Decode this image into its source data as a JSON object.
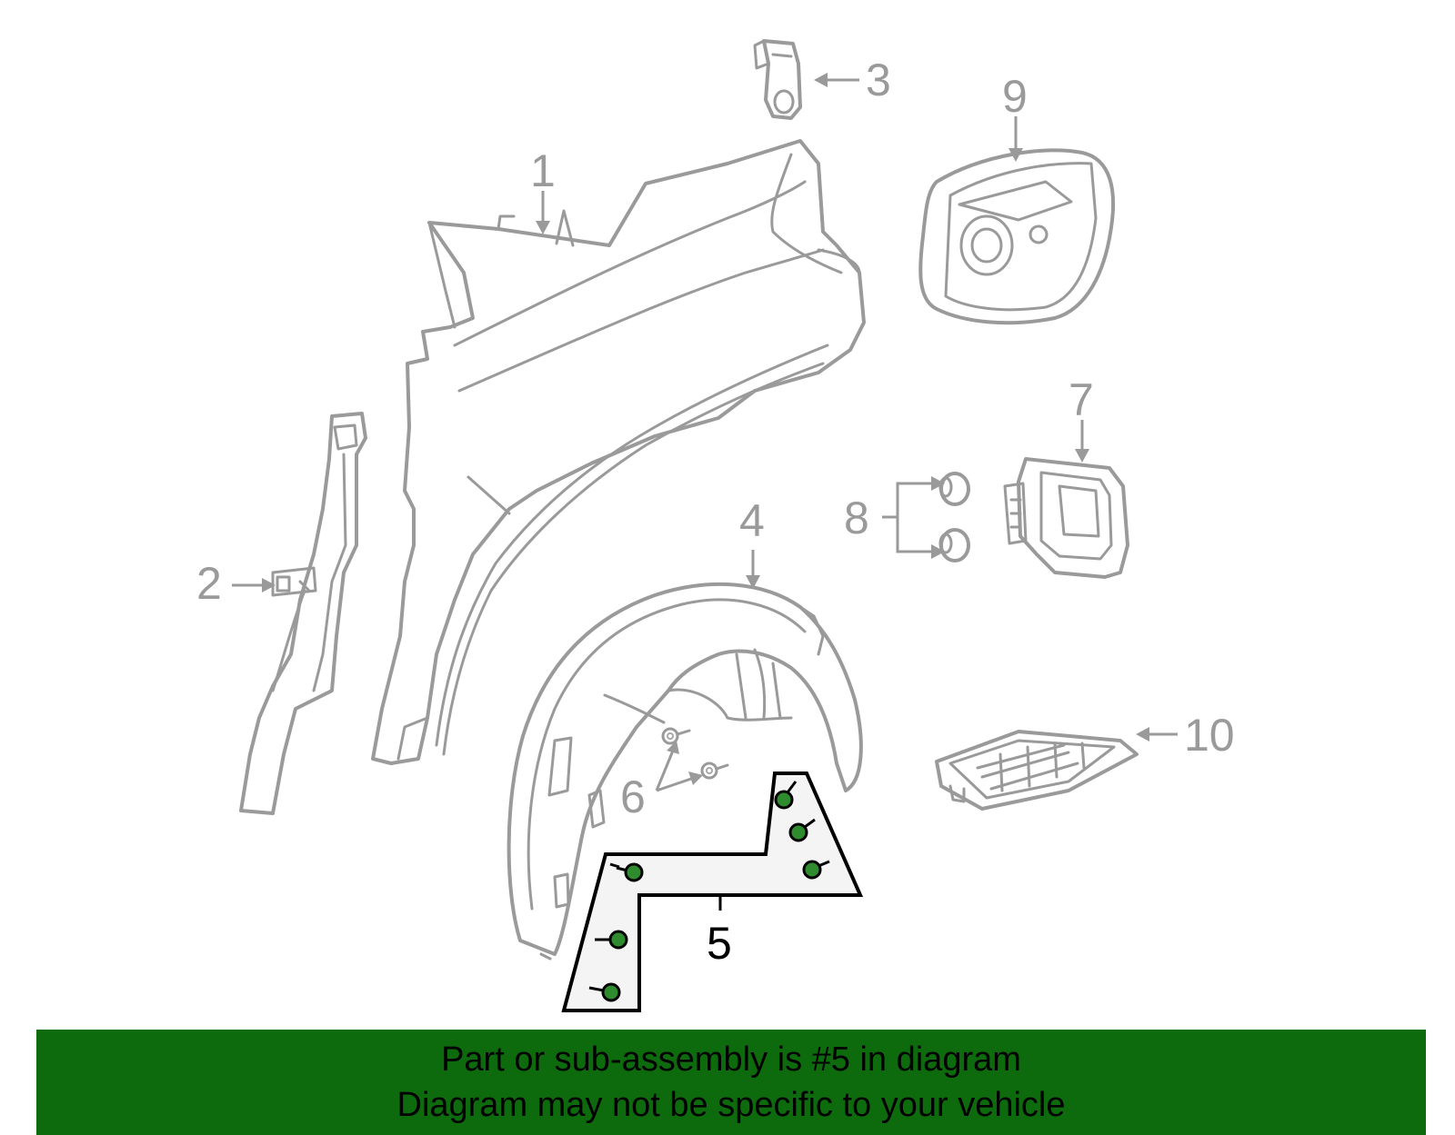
{
  "callouts": {
    "c1": "1",
    "c2": "2",
    "c3": "3",
    "c4": "4",
    "c5": "5",
    "c6": "6",
    "c7": "7",
    "c8": "8",
    "c9": "9",
    "c10": "10"
  },
  "highlighted_part": "5",
  "colors": {
    "banner_background": "#0d6b0d",
    "line_art": "#9a9a9a",
    "bolt_head": "#2e8b2e",
    "highlight_fill": "#f4f4f4"
  },
  "banner": {
    "line1": "Part or sub-assembly is #5 in diagram",
    "line2": "Diagram may not be specific to your vehicle"
  }
}
